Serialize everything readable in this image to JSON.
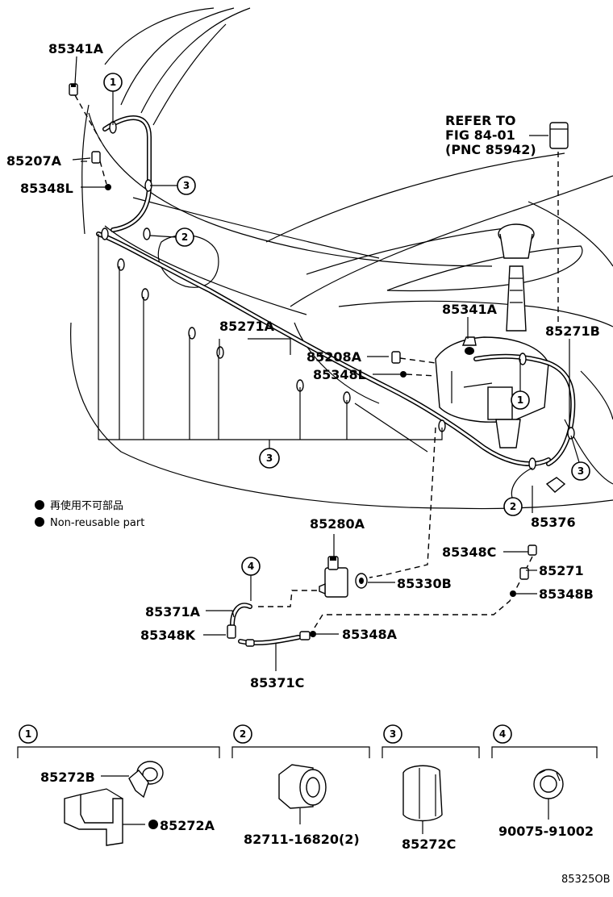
{
  "labels": {
    "p85341A_top": "85341A",
    "p85207A": "85207A",
    "p85348L_top": "85348L",
    "p85271A": "85271A",
    "p85341A_mid": "85341A",
    "p85208A": "85208A",
    "p85348L_mid": "85348L",
    "p85271B": "85271B",
    "p85376": "85376",
    "p85280A": "85280A",
    "p85330B": "85330B",
    "p85348C": "85348C",
    "p85271": "85271",
    "p85348B": "85348B",
    "p85371A": "85371A",
    "p85348K": "85348K",
    "p85348A": "85348A",
    "p85371C": "85371C",
    "p85272B": "85272B",
    "p85272A": "85272A",
    "p82711": "82711-16820(2)",
    "p85272C": "85272C",
    "p90075": "90075-91002",
    "drawing_code": "85325OB"
  },
  "refer": {
    "line1": "REFER TO",
    "line2": "FIG 84-01",
    "line3": "(PNC 85942)"
  },
  "legend": {
    "jp": "再使用不可部品",
    "en": "Non-reusable part"
  },
  "callouts": {
    "c1": "1",
    "c2": "2",
    "c3": "3",
    "c4": "4"
  }
}
